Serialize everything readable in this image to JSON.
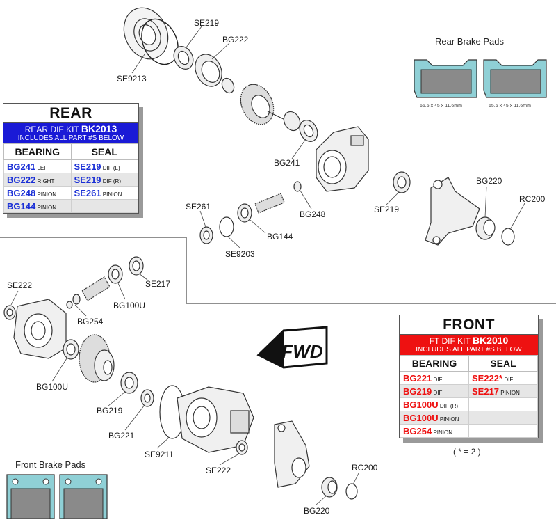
{
  "rear_kit": {
    "title": "REAR",
    "kit_label": "REAR DIF KIT",
    "kit_code": "BK2013",
    "includes": "INCLUDES ALL PART #S BELOW",
    "col_bearing": "BEARING",
    "col_seal": "SEAL",
    "rows": [
      {
        "bearing": "BG241",
        "bearing_note": "LEFT",
        "seal": "SE219",
        "seal_note": "DIF (L)"
      },
      {
        "bearing": "BG222",
        "bearing_note": "RIGHT",
        "seal": "SE219",
        "seal_note": "DIF (R)"
      },
      {
        "bearing": "BG248",
        "bearing_note": "PINION",
        "seal": "SE261",
        "seal_note": "PINION"
      },
      {
        "bearing": "BG144",
        "bearing_note": "PINION",
        "seal": "",
        "seal_note": ""
      }
    ],
    "band_color": "#1a1ad6"
  },
  "front_kit": {
    "title": "FRONT",
    "kit_label": "FT DIF KIT",
    "kit_code": "BK2010",
    "includes": "INCLUDES ALL PART #S BELOW",
    "col_bearing": "BEARING",
    "col_seal": "SEAL",
    "rows": [
      {
        "bearing": "BG221",
        "bearing_note": "DIF",
        "seal": "SE222*",
        "seal_note": "DIF"
      },
      {
        "bearing": "BG219",
        "bearing_note": "DIF",
        "seal": "SE217",
        "seal_note": "PINION"
      },
      {
        "bearing": "BG100U",
        "bearing_note": "DIF (R)",
        "seal": "",
        "seal_note": ""
      },
      {
        "bearing": "BG100U",
        "bearing_note": "PINION",
        "seal": "",
        "seal_note": ""
      },
      {
        "bearing": "BG254",
        "bearing_note": "PINION",
        "seal": "",
        "seal_note": ""
      }
    ],
    "band_color": "#ee1111",
    "footnote": "( *  = 2 )"
  },
  "brake_pads": {
    "rear_title": "Rear Brake Pads",
    "rear_dim_left": "65.6 x 45 x 11.6mm",
    "rear_dim_right": "65.6 x 45 x 11.6mm",
    "front_title": "Front Brake Pads",
    "pad_color": "#8fd0d6"
  },
  "fwd_label": "FWD",
  "part_labels": {
    "se219_top": "SE219",
    "bg222": "BG222",
    "se9213": "SE9213",
    "bg241": "BG241",
    "bg220_top": "BG220",
    "rc200_top": "RC200",
    "se261": "SE261",
    "bg248": "BG248",
    "se219_mid": "SE219",
    "bg144": "BG144",
    "se9203": "SE9203",
    "se222_left": "SE222",
    "se217": "SE217",
    "bg100u_top": "BG100U",
    "bg254": "BG254",
    "bg100u_left": "BG100U",
    "bg219": "BG219",
    "bg221": "BG221",
    "se9211": "SE9211",
    "se222_bottom": "SE222",
    "rc200_bottom": "RC200",
    "bg220_bottom": "BG220"
  }
}
